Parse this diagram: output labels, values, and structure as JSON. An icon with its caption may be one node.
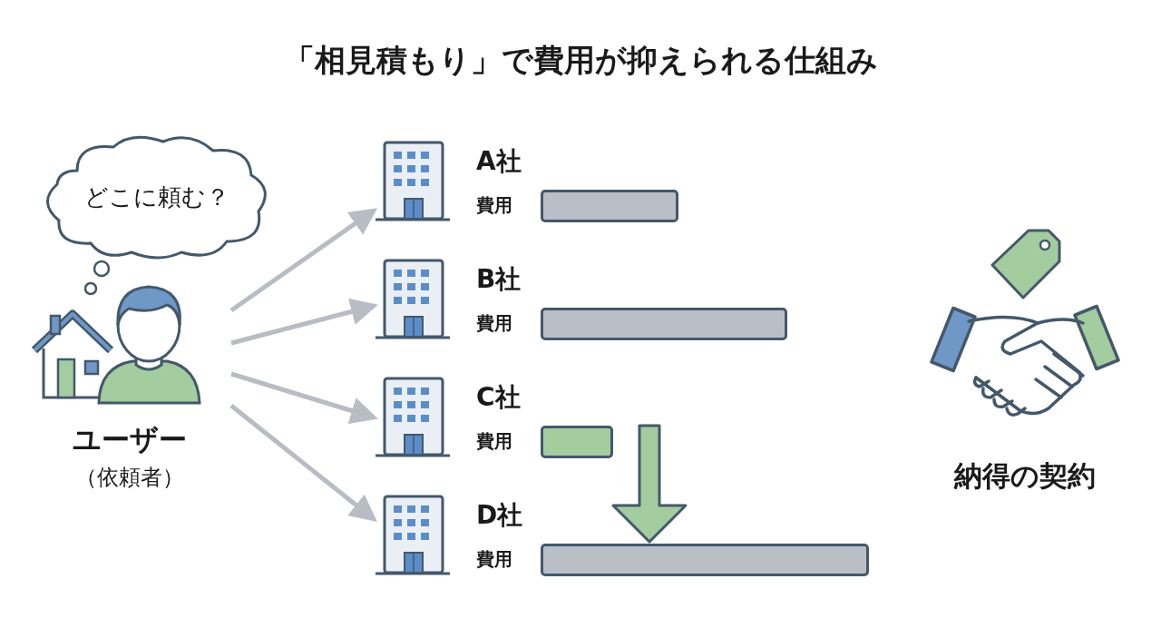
{
  "diagram": {
    "title": "「相見積もり」で費用が抑えられる仕組み",
    "nodes": [
      {
        "text": [
          "ユーザー",
          "（依頼者）"
        ]
      },
      {
        "text": [
          "どこに頼む？"
        ]
      },
      {
        "text": [
          "A社",
          "費用"
        ]
      },
      {
        "text": [],
        "shape": "bar"
      },
      {
        "text": [
          "B社",
          "費用"
        ]
      },
      {
        "text": [],
        "shape": "bar"
      },
      {
        "text": [
          "C社",
          "費用"
        ]
      },
      {
        "text": [],
        "shape": "bar"
      },
      {
        "text": [
          "D社",
          "費用"
        ]
      },
      {
        "text": [],
        "shape": "bar"
      },
      {
        "text": [
          "納得の契約"
        ]
      }
    ],
    "edges": [
      {
        "from": 0,
        "to": 2,
        "arrow": "to"
      },
      {
        "from": 0,
        "to": 4,
        "arrow": "to"
      },
      {
        "from": 0,
        "to": 6,
        "arrow": "to"
      },
      {
        "from": 0,
        "to": 8,
        "arrow": "to"
      },
      {
        "from": 7,
        "to": 9,
        "arrow": "to",
        "style": "thick",
        "color": "#a3cc9f"
      }
    ]
  }
}
